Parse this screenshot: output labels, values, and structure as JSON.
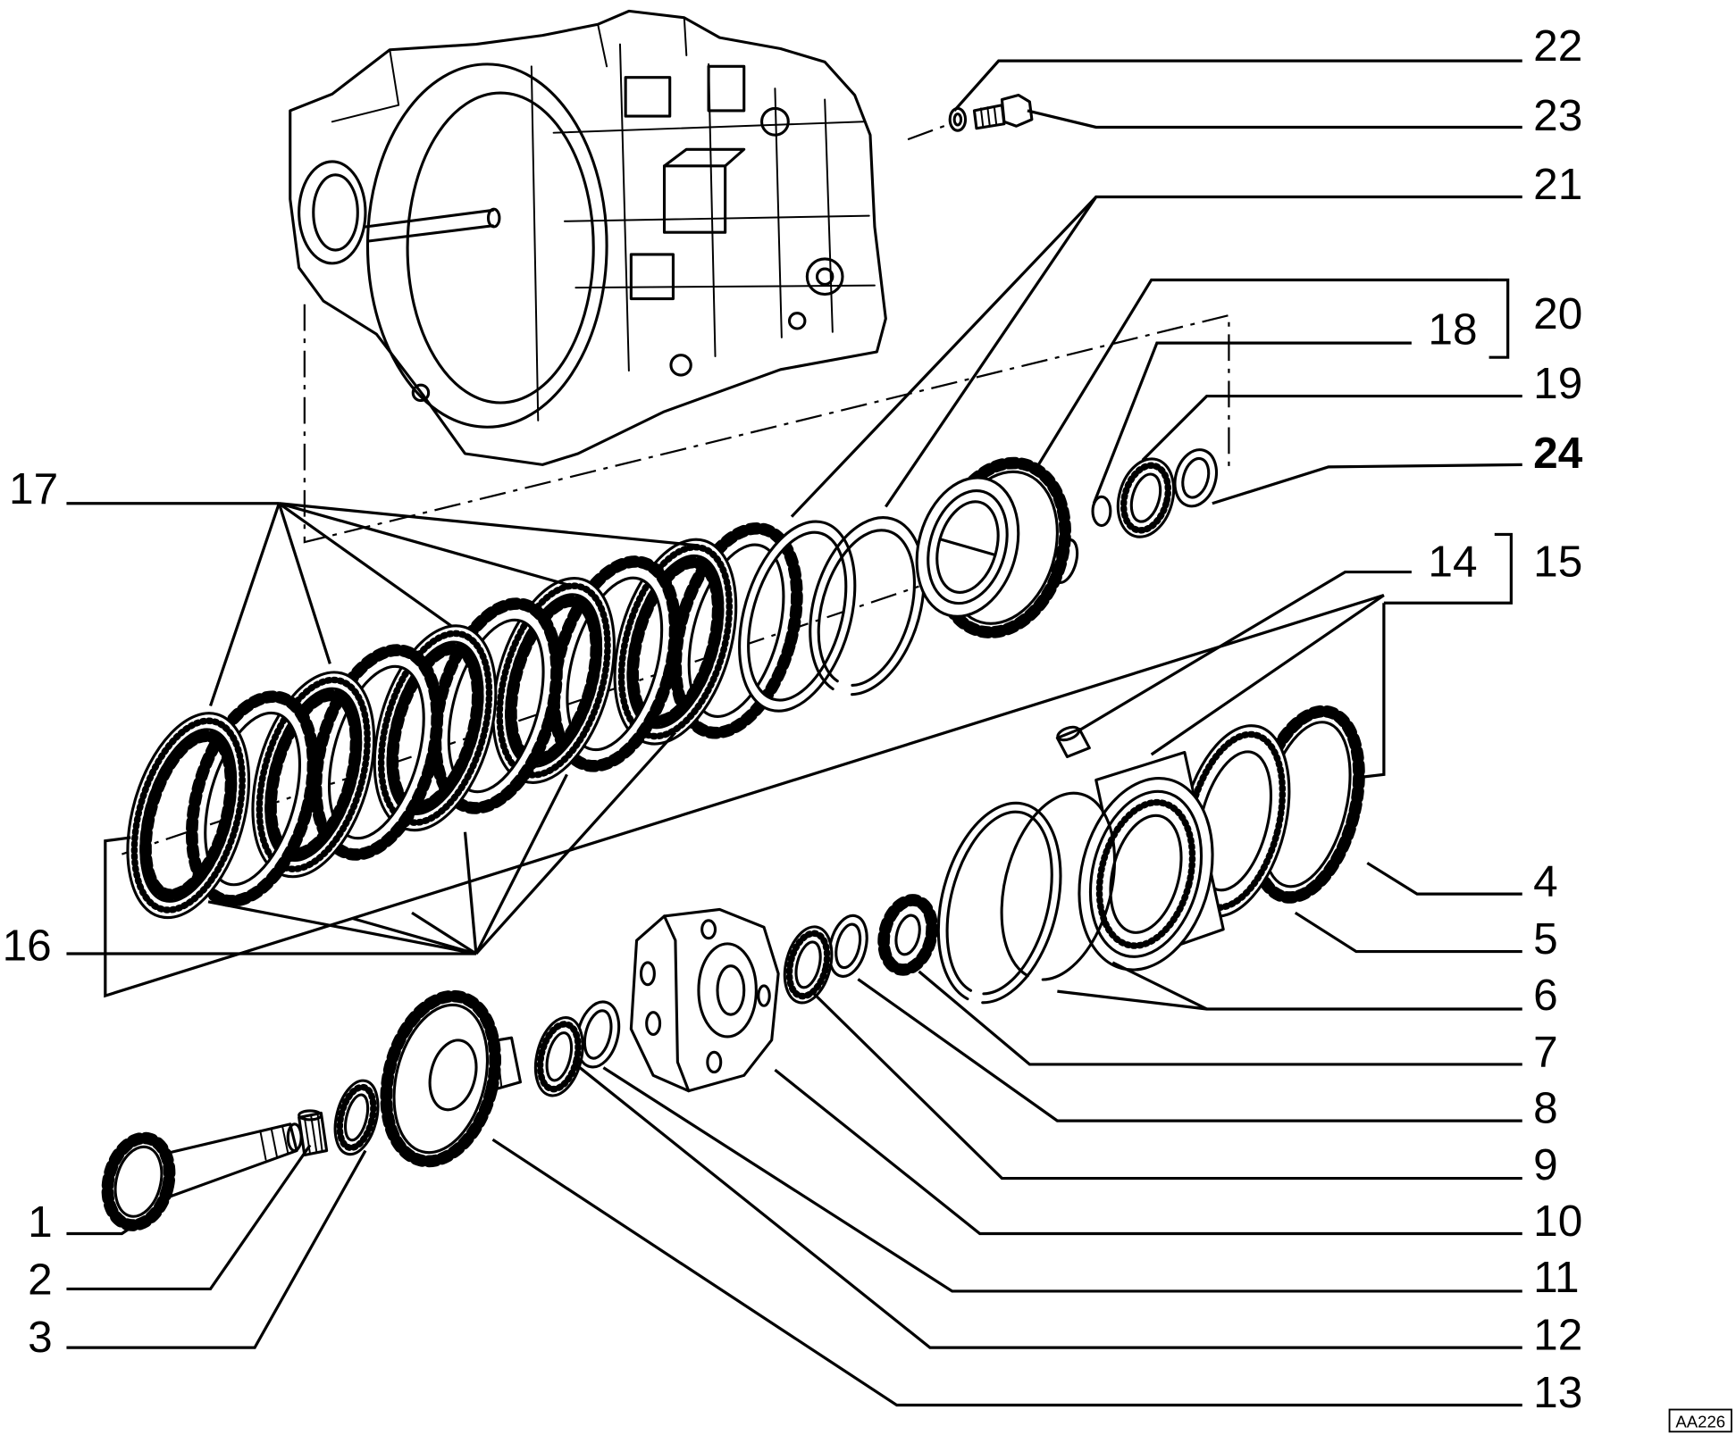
{
  "diagram": {
    "callouts": [
      "1",
      "2",
      "3",
      "4",
      "5",
      "6",
      "7",
      "8",
      "9",
      "10",
      "11",
      "12",
      "13",
      "14",
      "15",
      "16",
      "17",
      "18",
      "19",
      "20",
      "21",
      "22",
      "23",
      "24"
    ],
    "figure_code": "AA226"
  },
  "colors": {
    "ink": "#000000",
    "paper": "#ffffff"
  }
}
